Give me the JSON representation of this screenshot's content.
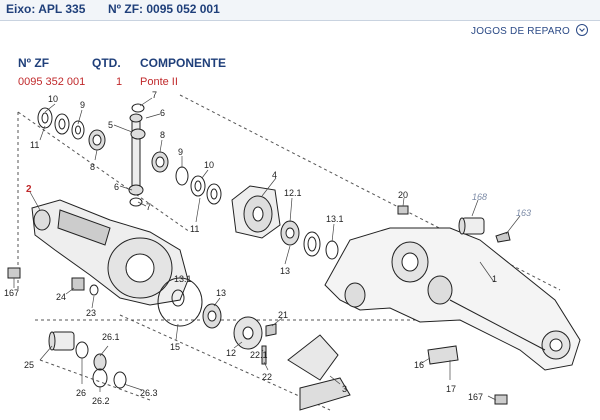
{
  "header": {
    "eixo": "Eixo: APL 335",
    "nzf": "Nº ZF: 0095 052 001"
  },
  "jogos_label": "JOGOS DE REPARO",
  "table": {
    "col_zf": "Nº ZF",
    "col_qtd": "QTD.",
    "col_comp": "COMPONENTE",
    "row_zf": "0095 352 001",
    "row_qtd": "1",
    "row_comp": "Ponte II"
  },
  "labels": {
    "l1": "1",
    "l2": "2",
    "l3": "3",
    "l4": "4",
    "l5": "5",
    "l6a": "6",
    "l6b": "6",
    "l7a": "7",
    "l7b": "7",
    "l8a": "8",
    "l8b": "8",
    "l9a": "9",
    "l9b": "9",
    "l10a": "10",
    "l10b": "10",
    "l11a": "11",
    "l11b": "11",
    "l12": "12",
    "l12_1": "12.1",
    "l13a": "13",
    "l13b": "13",
    "l13_1a": "13.1",
    "l13_1b": "13.1",
    "l15": "15",
    "l16": "16",
    "l17": "17",
    "l20": "20",
    "l21": "21",
    "l22": "22",
    "l22_1": "22.1",
    "l23": "23",
    "l24": "24",
    "l25": "25",
    "l26": "26",
    "l26_1": "26.1",
    "l26_2": "26.2",
    "l26_3": "26.3",
    "l167a": "167",
    "l167b": "167",
    "l163": "163",
    "l168": "168"
  }
}
